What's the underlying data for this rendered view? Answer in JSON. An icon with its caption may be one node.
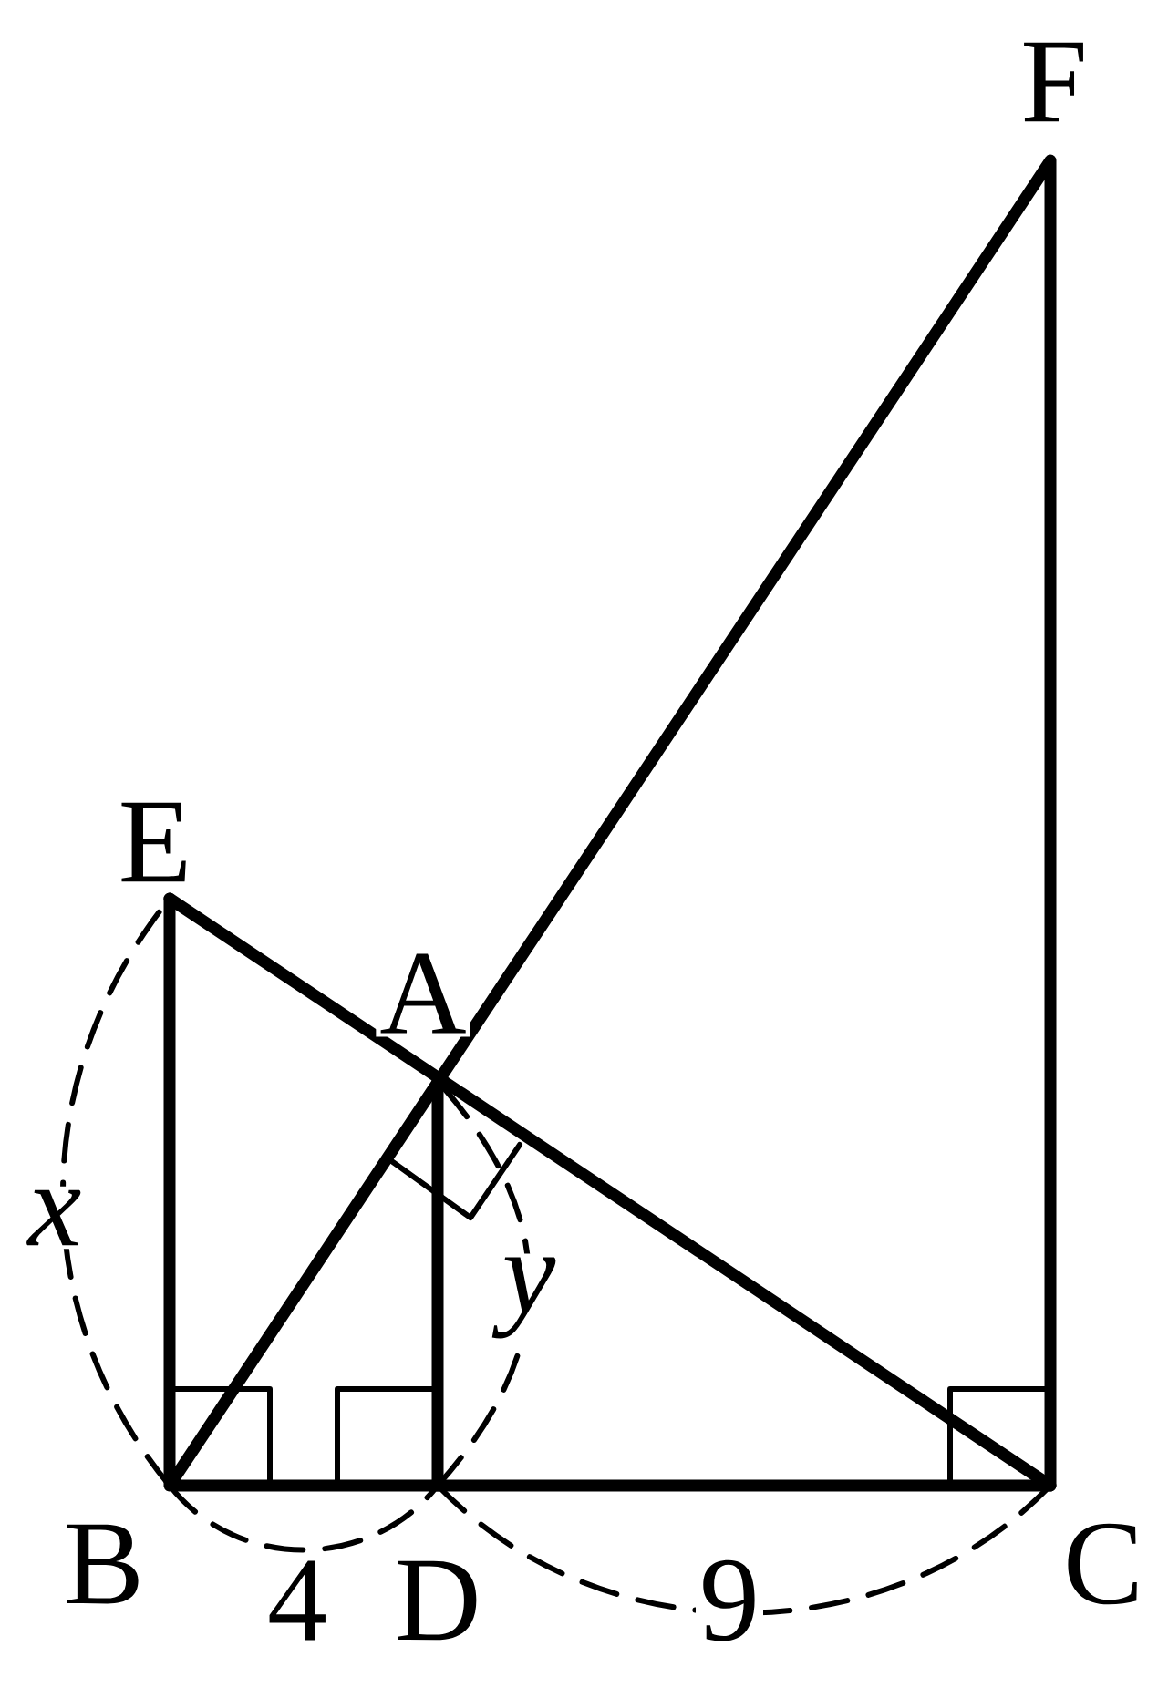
{
  "diagram": {
    "labels": [
      "F",
      "E",
      "A",
      "x",
      "y",
      "B",
      "4",
      "D",
      "9",
      "C"
    ]
  }
}
